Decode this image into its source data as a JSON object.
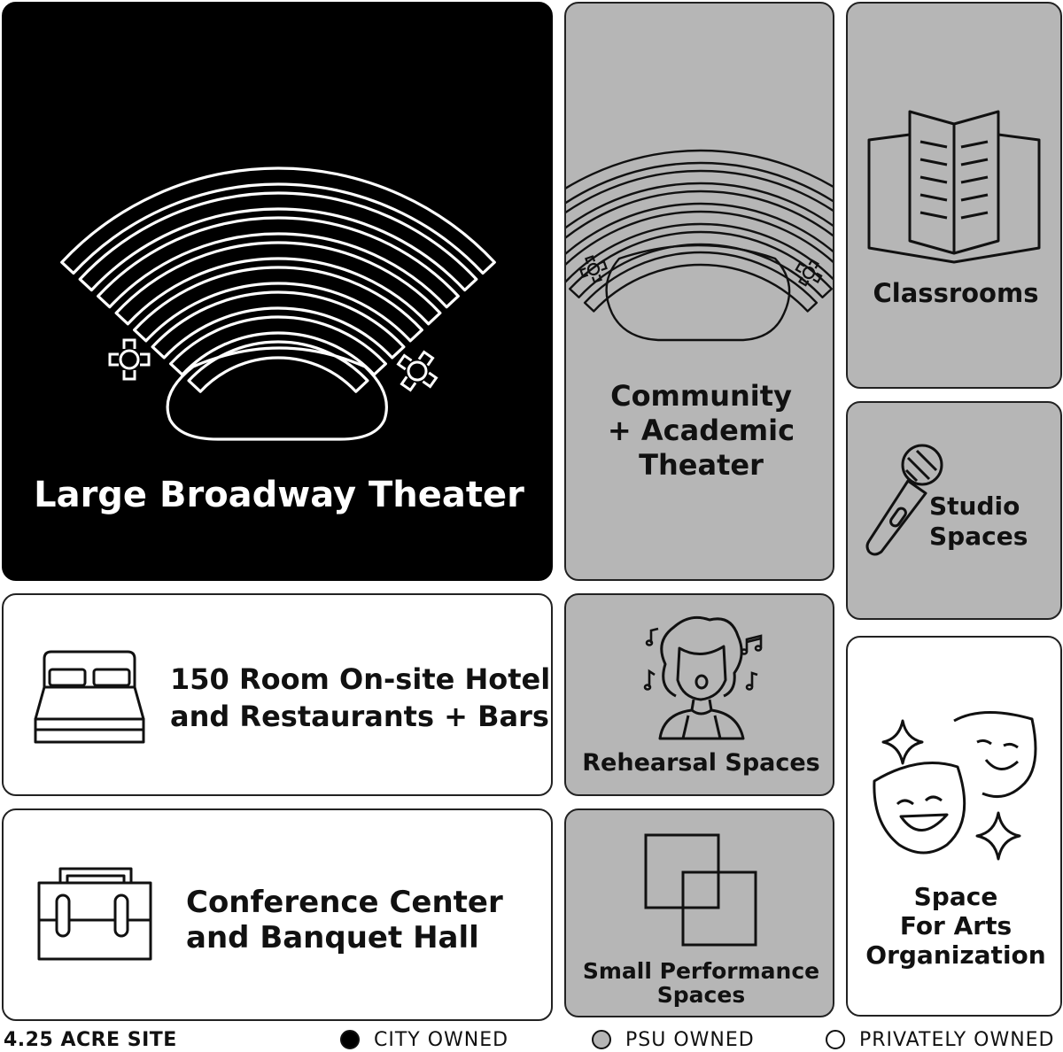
{
  "tiles": {
    "broadway": "Large Broadway Theater",
    "community": [
      "Community",
      "+ Academic",
      "Theater"
    ],
    "classrooms": "Classrooms",
    "studio": [
      "Studio",
      "Spaces"
    ],
    "hotel": [
      "150 Room On-site Hotel",
      "and Restaurants + Bars"
    ],
    "rehearsal": "Rehearsal Spaces",
    "arts": [
      "Space",
      "For Arts",
      "Organization"
    ],
    "conference": [
      "Conference Center",
      "and Banquet Hall"
    ],
    "small": [
      "Small Performance",
      "Spaces"
    ]
  },
  "legend": {
    "site": "4.25 ACRE SITE",
    "city": "CITY OWNED",
    "psu": "PSU OWNED",
    "private": "PRIVATELY OWNED"
  },
  "colors": {
    "city": "#000000",
    "psu": "#b6b6b6",
    "private": "#ffffff"
  },
  "icons": [
    "theater-seating-icon",
    "spotlight-icon",
    "book-icon",
    "microphone-icon",
    "bed-icon",
    "singer-icon",
    "music-note-icon",
    "overlapping-squares-icon",
    "theater-masks-icon",
    "sparkle-icon",
    "briefcase-icon"
  ]
}
